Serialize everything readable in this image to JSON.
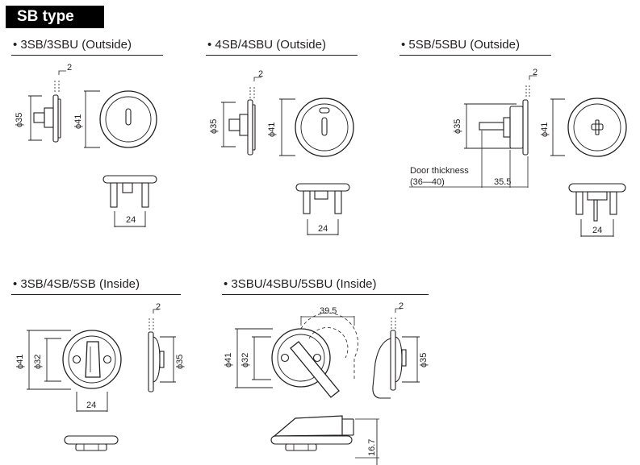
{
  "header": {
    "title": "SB type"
  },
  "sections": [
    {
      "label": "• 3SB/3SBU (Outside)"
    },
    {
      "label": "• 4SB/4SBU (Outside)"
    },
    {
      "label": "• 5SB/5SBU (Outside)"
    },
    {
      "label": "• 3SB/4SB/5SB (Inside)"
    },
    {
      "label": "• 3SBU/4SBU/5SBU (Inside)"
    }
  ],
  "dims": {
    "d2": "2",
    "d35": "ϕ35",
    "d41": "ϕ41",
    "d32": "ϕ32",
    "d24": "24",
    "d355": "35.5",
    "d395": "39.5",
    "d167": "16.7",
    "door_thickness": "Door thickness",
    "door_range": "(36—40)"
  }
}
